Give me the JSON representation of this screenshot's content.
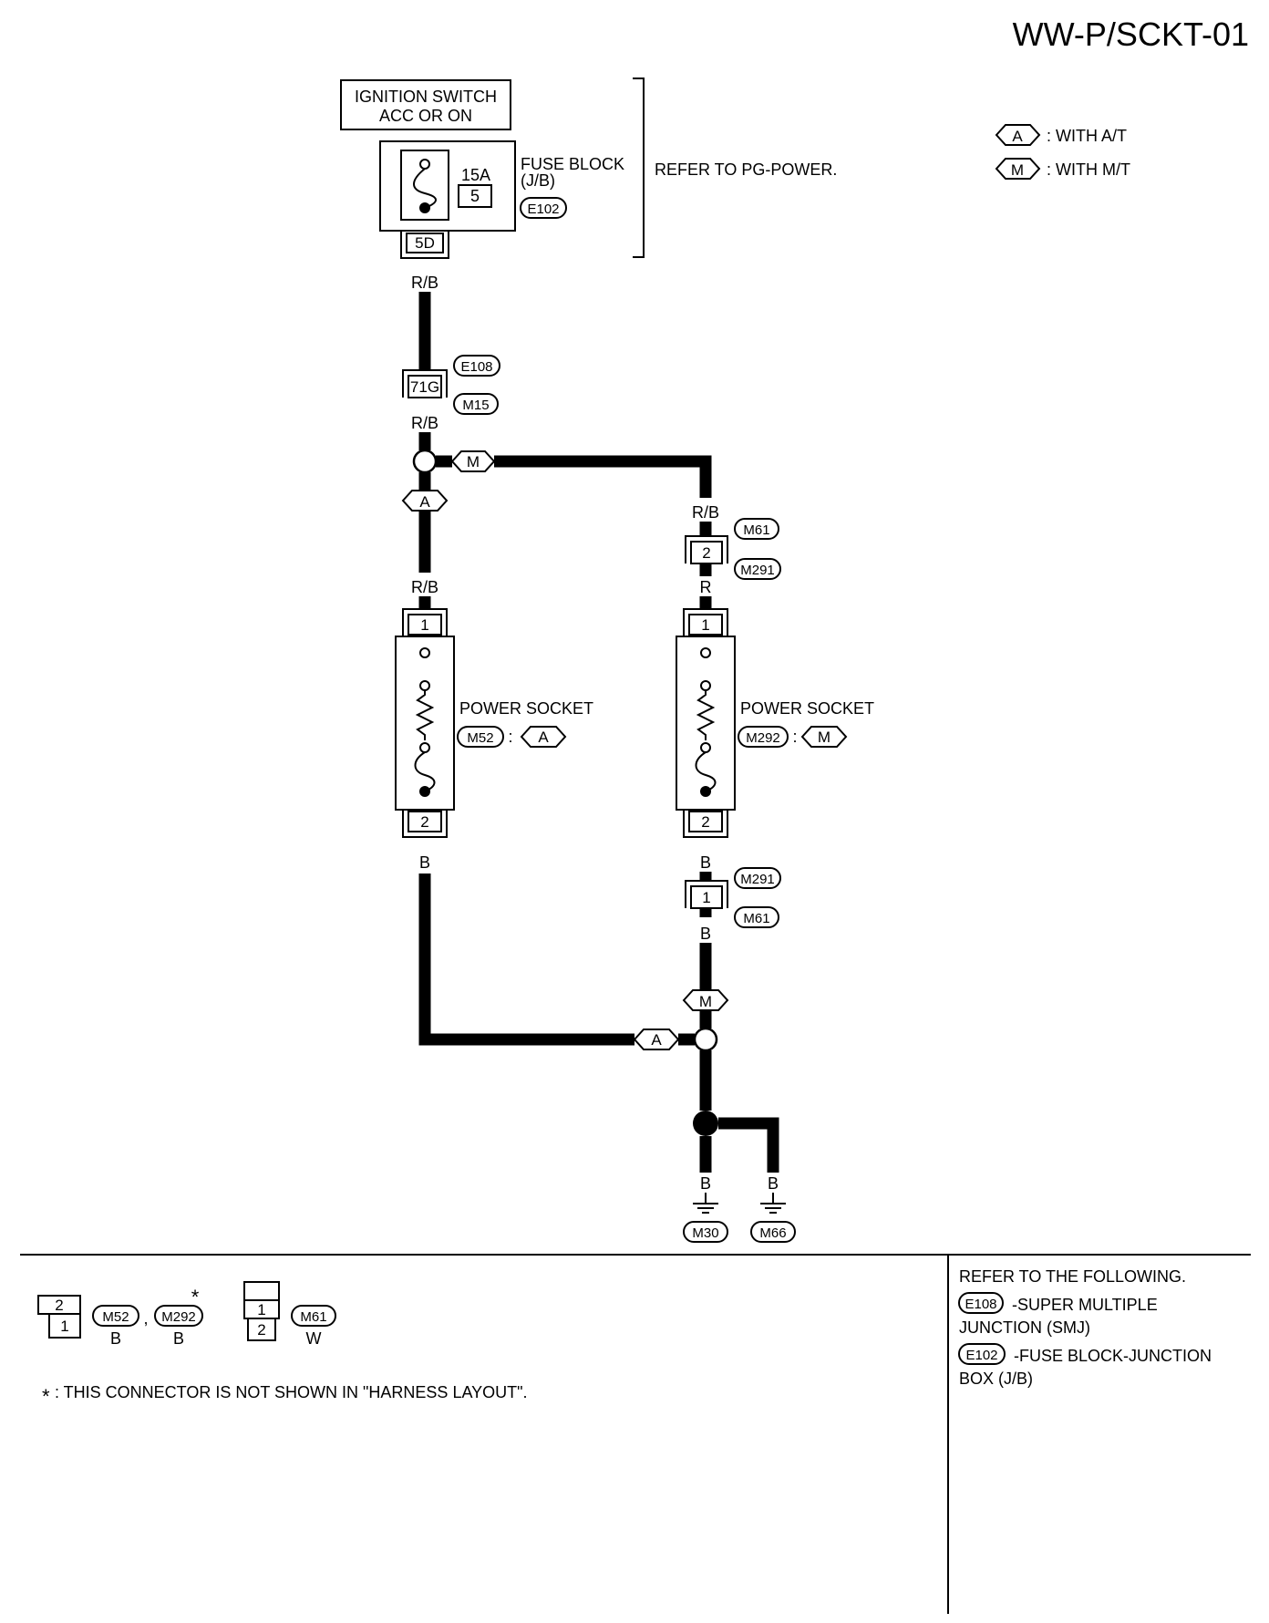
{
  "page_code": "WW-P/SCKT-01",
  "legend": {
    "a": {
      "tag": "A",
      "text": ": WITH A/T"
    },
    "m": {
      "tag": "M",
      "text": ": WITH M/T"
    }
  },
  "ignition": {
    "line1": "IGNITION SWITCH",
    "line2": "ACC OR ON"
  },
  "fuse_block": {
    "name": "FUSE BLOCK",
    "sub": "(J/B)",
    "connector": "E102",
    "amps": "15A",
    "fuse_no": "5",
    "terminal": "5D",
    "refer": "REFER TO PG-POWER."
  },
  "wires": {
    "rb1": "R/B",
    "rb2": "R/B",
    "rb3": "R/B",
    "rb4": "R/B",
    "r": "R",
    "b1": "B",
    "b2": "B",
    "b3": "B",
    "b4": "B",
    "b5": "B"
  },
  "junction_71g": {
    "terminal": "71G",
    "conn_top": "E108",
    "conn_bot": "M15"
  },
  "tags": {
    "m_top": "M",
    "a_top": "A",
    "m_bot": "M",
    "a_bot": "A"
  },
  "m61_2": {
    "terminal": "2",
    "conn_top": "M61",
    "conn_bot": "M291"
  },
  "m291_1": {
    "terminal": "1",
    "conn_top": "M291",
    "conn_bot": "M61"
  },
  "socket_a": {
    "label": "POWER SOCKET",
    "conn": "M52",
    "sep": ":",
    "tag": "A",
    "pin_top": "1",
    "pin_bot": "2"
  },
  "socket_m": {
    "label": "POWER SOCKET",
    "conn": "M292",
    "sep": ":",
    "tag": "M",
    "pin_top": "1",
    "pin_bot": "2"
  },
  "grounds": [
    "M30",
    "M66"
  ],
  "bottom": {
    "face1": {
      "top": "2",
      "bottom": "1"
    },
    "c_m52": {
      "name": "M52",
      "color": "B"
    },
    "comma": ",",
    "c_m292": {
      "name": "M292",
      "color": "B",
      "star": "*"
    },
    "face2": {
      "top": "1",
      "bottom": "2"
    },
    "c_m61": {
      "name": "M61",
      "color": "W"
    },
    "footnote_star": "*",
    "footnote": ": THIS CONNECTOR IS NOT SHOWN IN \"HARNESS LAYOUT\"."
  },
  "refer": {
    "title": "REFER TO THE FOLLOWING.",
    "items": [
      {
        "conn": "E108",
        "line1": "-SUPER MULTIPLE",
        "line2": "JUNCTION (SMJ)"
      },
      {
        "conn": "E102",
        "line1": "-FUSE BLOCK-JUNCTION",
        "line2": "BOX (J/B)"
      }
    ]
  }
}
